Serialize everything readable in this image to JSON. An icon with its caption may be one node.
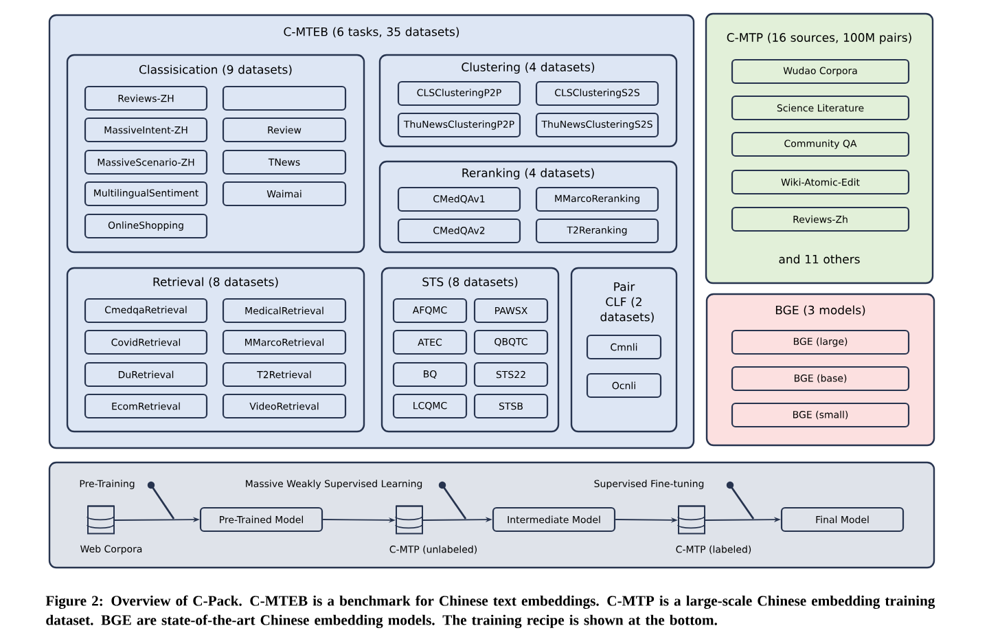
{
  "diagram": {
    "caption": "Figure 2: Overview of C-Pack. C-MTEB is a benchmark for Chinese text embeddings. C-MTP is a large-scale Chinese embedding training dataset. BGE are state-of-the-art Chinese embedding models. The training recipe is shown at the bottom.",
    "nodes": [
      {
        "text": [
          "C-MTEB (6 tasks, 35 datasets)"
        ]
      },
      {
        "text": [
          "Classisication (9 datasets)"
        ],
        "in": 0
      },
      {
        "text": [
          "Reviews-ZH"
        ],
        "in": 1
      },
      {
        "text": [],
        "shape": "box",
        "in": 1
      },
      {
        "text": [
          "MassiveIntent-ZH"
        ],
        "in": 1
      },
      {
        "text": [
          "Review"
        ],
        "in": 1
      },
      {
        "text": [
          "MassiveScenario-ZH"
        ],
        "in": 1
      },
      {
        "text": [
          "TNews"
        ],
        "in": 1
      },
      {
        "text": [
          "MultilingualSentiment"
        ],
        "in": 1
      },
      {
        "text": [
          "Waimai"
        ],
        "in": 1
      },
      {
        "text": [
          "OnlineShopping"
        ],
        "in": 1
      },
      {
        "text": [
          "Clustering (4 datasets)"
        ],
        "in": 0
      },
      {
        "text": [
          "CLSClusteringP2P"
        ],
        "in": 11
      },
      {
        "text": [
          "CLSClusteringS2S"
        ],
        "in": 11
      },
      {
        "text": [
          "ThuNewsClusteringP2P"
        ],
        "in": 11
      },
      {
        "text": [
          "ThuNewsClusteringS2S"
        ],
        "in": 11
      },
      {
        "text": [
          "Reranking (4 datasets)"
        ],
        "in": 0
      },
      {
        "text": [
          "CMedQAv1"
        ],
        "in": 16
      },
      {
        "text": [
          "MMarcoReranking"
        ],
        "in": 16
      },
      {
        "text": [
          "CMedQAv2"
        ],
        "in": 16
      },
      {
        "text": [
          "T2Reranking"
        ],
        "in": 16
      },
      {
        "text": [
          "Retrieval (8 datasets)"
        ],
        "in": 0
      },
      {
        "text": [
          "CmedqaRetrieval"
        ],
        "in": 21
      },
      {
        "text": [
          "MedicalRetrieval"
        ],
        "in": 21
      },
      {
        "text": [
          "CovidRetrieval"
        ],
        "in": 21
      },
      {
        "text": [
          "MMarcoRetrieval"
        ],
        "in": 21
      },
      {
        "text": [
          "DuRetrieval"
        ],
        "in": 21
      },
      {
        "text": [
          "T2Retrieval"
        ],
        "in": 21
      },
      {
        "text": [
          "EcomRetrieval"
        ],
        "in": 21
      },
      {
        "text": [
          "VideoRetrieval"
        ],
        "in": 21
      },
      {
        "text": [
          "STS (8 datasets)"
        ],
        "in": 0
      },
      {
        "text": [
          "AFQMC"
        ],
        "in": 30
      },
      {
        "text": [
          "PAWSX"
        ],
        "in": 30
      },
      {
        "text": [
          "ATEC"
        ],
        "in": 30
      },
      {
        "text": [
          "QBQTC"
        ],
        "in": 30
      },
      {
        "text": [
          "BQ"
        ],
        "in": 30
      },
      {
        "text": [
          "STS22"
        ],
        "in": 30
      },
      {
        "text": [
          "LCQMC"
        ],
        "in": 30
      },
      {
        "text": [
          "STSB"
        ],
        "in": 30
      },
      {
        "text": [
          "Pair CLF (2 datasets)"
        ],
        "in": 0
      },
      {
        "text": [
          "Cmnli"
        ],
        "in": 39
      },
      {
        "text": [
          "Ocnli"
        ],
        "in": 39
      },
      {
        "text": [
          "C-MTP (16 sources, 100M pairs)",
          "and 11 others"
        ]
      },
      {
        "text": [
          "Wudao Corpora"
        ],
        "in": 42
      },
      {
        "text": [
          "Science Literature"
        ],
        "in": 42
      },
      {
        "text": [
          "Community QA"
        ],
        "in": 42
      },
      {
        "text": [
          "Wiki-Atomic-Edit"
        ],
        "in": 42
      },
      {
        "text": [
          "Reviews-Zh"
        ],
        "in": 42
      },
      {
        "text": [
          "BGE (3 models)"
        ]
      },
      {
        "text": [
          "BGE (large)"
        ],
        "in": 48
      },
      {
        "text": [
          "BGE (base)"
        ],
        "in": 48
      },
      {
        "text": [
          "BGE (small)"
        ],
        "in": 48
      },
      {
        "text": [],
        "shape": "box"
      },
      {
        "text": [
          "Web Corpora"
        ],
        "in": 52
      },
      {
        "text": [
          "Pre-Trained Model"
        ],
        "in": 52
      },
      {
        "text": [
          "C-MTP (unlabeled)"
        ],
        "in": 52
      },
      {
        "text": [
          "Intermediate Model"
        ],
        "in": 52
      },
      {
        "text": [
          "C-MTP (labeled)"
        ],
        "in": 52
      },
      {
        "text": [
          "Final Model"
        ],
        "in": 52
      }
    ],
    "edges": [
      {
        "from": 53,
        "to": 54,
        "arrow": "to"
      },
      {
        "from": 54,
        "to": 55,
        "arrow": "to"
      },
      {
        "from": 55,
        "to": 56,
        "arrow": "to"
      },
      {
        "from": 56,
        "to": 57,
        "arrow": "to"
      },
      {
        "from": 57,
        "to": 58,
        "arrow": "to"
      }
    ],
    "labels": [
      "Pre-Training",
      "Massive Weakly Supervised Learning",
      "Supervised Fine-tuning"
    ]
  }
}
